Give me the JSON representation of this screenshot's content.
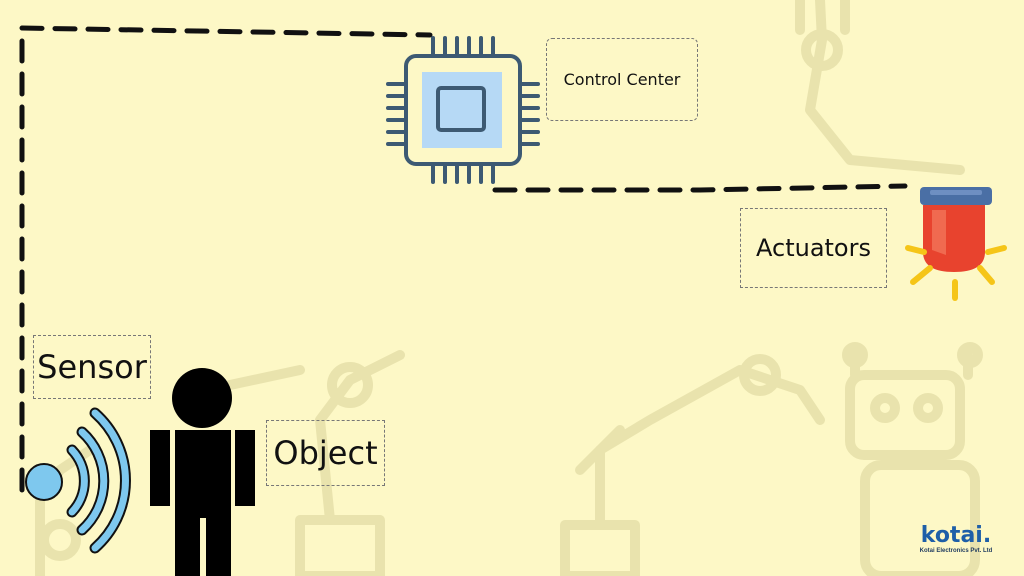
{
  "labels": {
    "control_center": "Control Center",
    "actuators": "Actuators",
    "sensor": "Sensor",
    "object": "Object"
  },
  "brand": {
    "name": "kotai.",
    "tagline": "Kotai Electronics Pvt. Ltd"
  },
  "icons": [
    "microchip-icon",
    "siren-light-icon",
    "wireless-sensor-icon",
    "person-icon",
    "robot-arm-icon",
    "robot-icon"
  ],
  "colors": {
    "background": "#fdf8c6",
    "connector": "#111111",
    "chip_outline": "#3d5a73",
    "chip_fill": "#b6d9f5",
    "sensor_waves": "#7ec8ee",
    "siren_red": "#e8432e",
    "siren_yellow": "#f5c518",
    "brand_blue": "#1e5fa8"
  }
}
